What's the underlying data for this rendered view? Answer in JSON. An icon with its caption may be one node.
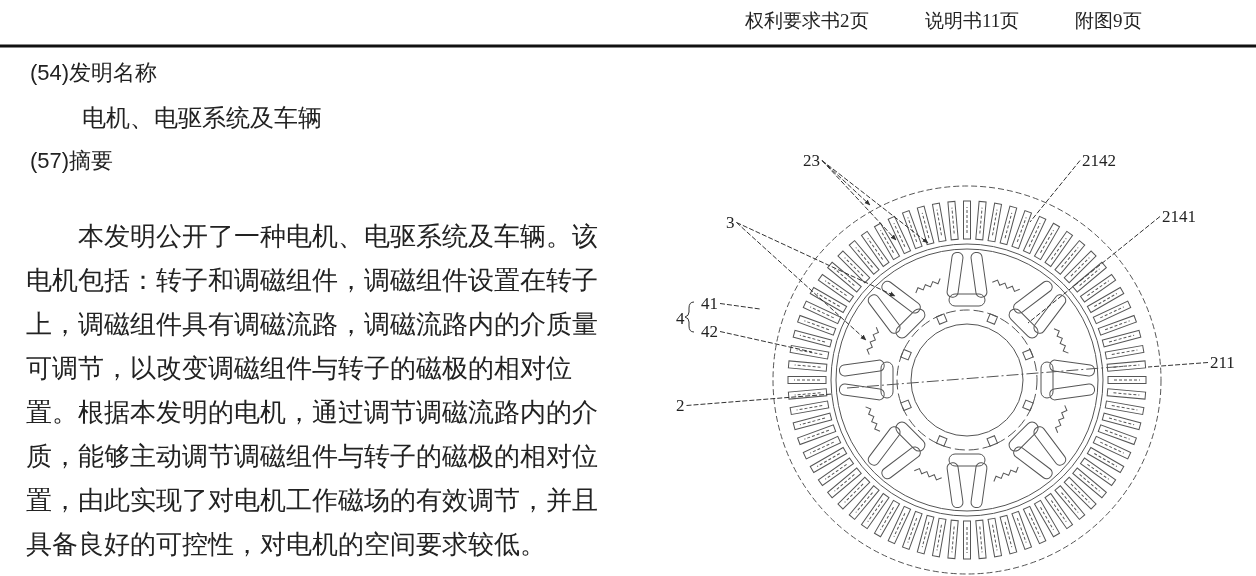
{
  "diagram": {
    "nodes": [
      {
        "text": [
          "23"
        ]
      },
      {
        "text": [
          "2142"
        ]
      },
      {
        "text": [
          "3"
        ]
      },
      {
        "text": [
          "2141"
        ]
      },
      {
        "text": [
          "41"
        ]
      },
      {
        "text": [
          "42"
        ]
      },
      {
        "text": [
          "2"
        ]
      },
      {
        "text": [
          "211"
        ]
      }
    ],
    "edges": [
      {
        "from": 0,
        "to": null,
        "arrow": "to"
      },
      {
        "from": 0,
        "to": null,
        "arrow": "to"
      },
      {
        "from": 0,
        "to": null,
        "arrow": "to"
      },
      {
        "from": 1,
        "to": null,
        "arrow": "none"
      },
      {
        "from": 2,
        "to": null,
        "arrow": "to"
      },
      {
        "from": 2,
        "to": null,
        "arrow": "to"
      },
      {
        "from": 3,
        "to": null,
        "arrow": "none"
      },
      {
        "from": 4,
        "to": null,
        "arrow": "none"
      },
      {
        "from": 5,
        "to": null,
        "arrow": "none"
      },
      {
        "from": 6,
        "to": null,
        "arrow": "none"
      },
      {
        "from": 7,
        "to": null,
        "arrow": "none"
      }
    ],
    "labels": [
      "权利要求书2页",
      "说明书11页",
      "附图9页",
      "(54)发明名称",
      "电机、电驱系统及车辆",
      "(57)摘要",
      "本发明公开了一种电机、电驱系统及车辆。该电机包括：转子和调磁组件，调磁组件设置在转子上，调磁组件具有调磁流路，调磁流路内的介质量可调节，以改变调磁组件与转子的磁极的相对位置。根据本发明的电机，通过调节调磁流路内的介质，能够主动调节调磁组件与转子的磁极的相对位置，由此实现了对电机工作磁场的有效调节，并且具备良好的可控性，对电机的空间要求较低。",
      "4"
    ]
  }
}
